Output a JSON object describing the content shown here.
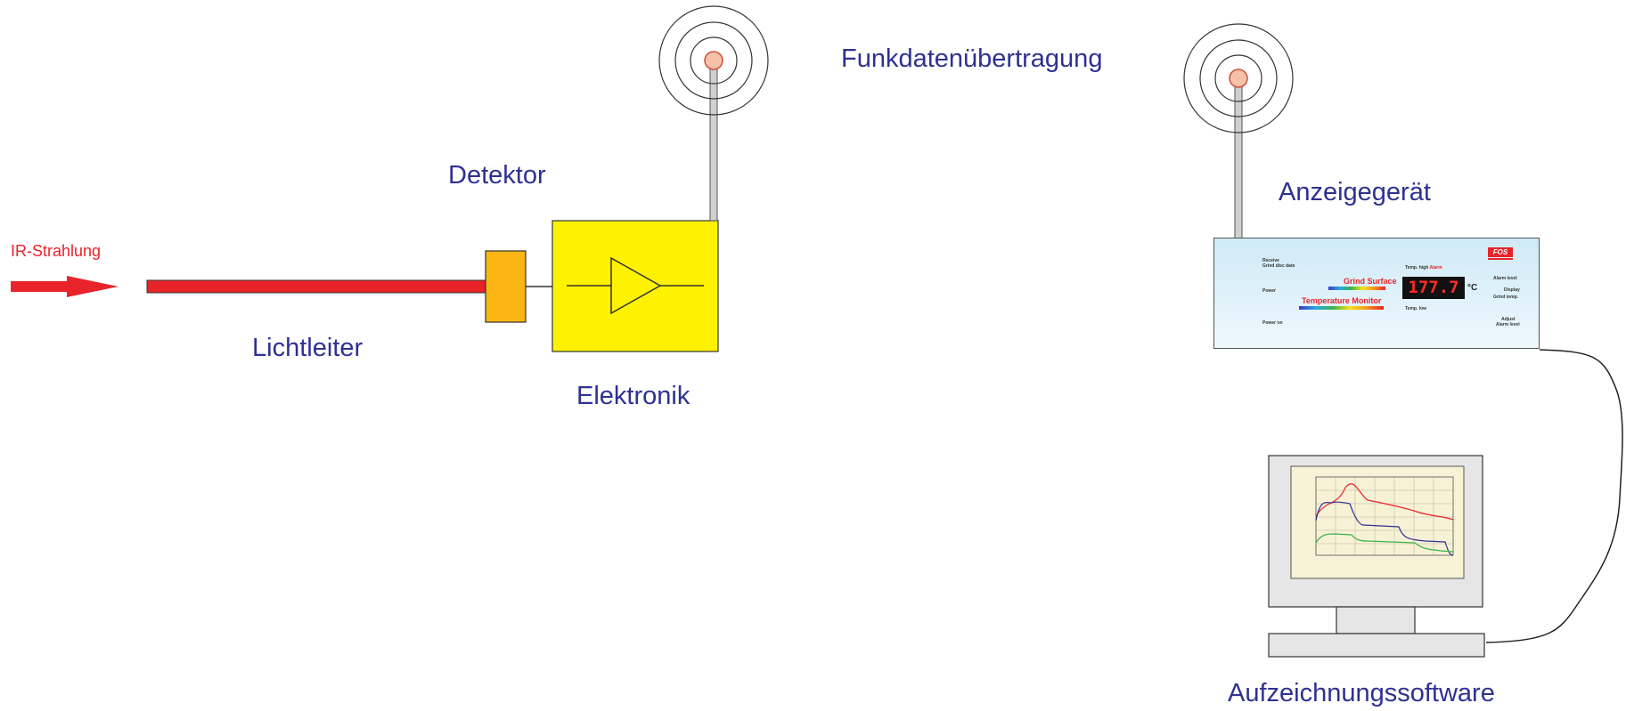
{
  "labels": {
    "ir_strahlung": "IR-Strahlung",
    "lichtleiter": "Lichtleiter",
    "detektor": "Detektor",
    "elektronik": "Elektronik",
    "funkdaten": "Funkdatenübertragung",
    "anzeigegeraet": "Anzeigegerät",
    "aufzeichnung": "Aufzeichnungssoftware"
  },
  "display_device": {
    "logo": "FOS",
    "receive": "Receive",
    "grind_disc_date": "Grind disc date",
    "power": "Power",
    "power_on": "Power on",
    "title_line1": "Grind Surface",
    "title_line2": "Temperature Monitor",
    "temp_high": "Temp. high",
    "alarm": "Alarm",
    "temp_low": "Temp. low",
    "reading": "177.7",
    "unit": "°C",
    "alarm_level": "Alarm level",
    "display": "Display",
    "grind_temp": "Grind temp.",
    "adjust": "Adjust",
    "alarm_level2": "Alarm level"
  },
  "colors": {
    "label_blue": "#2e3192",
    "ir_red": "#e8232a",
    "fiber_red": "#e8232a",
    "detector_orange": "#fbb615",
    "electronics_yellow": "#fff200"
  },
  "icons": [
    "arrow-right-icon",
    "antenna-icon",
    "amplifier-icon",
    "computer-icon"
  ]
}
